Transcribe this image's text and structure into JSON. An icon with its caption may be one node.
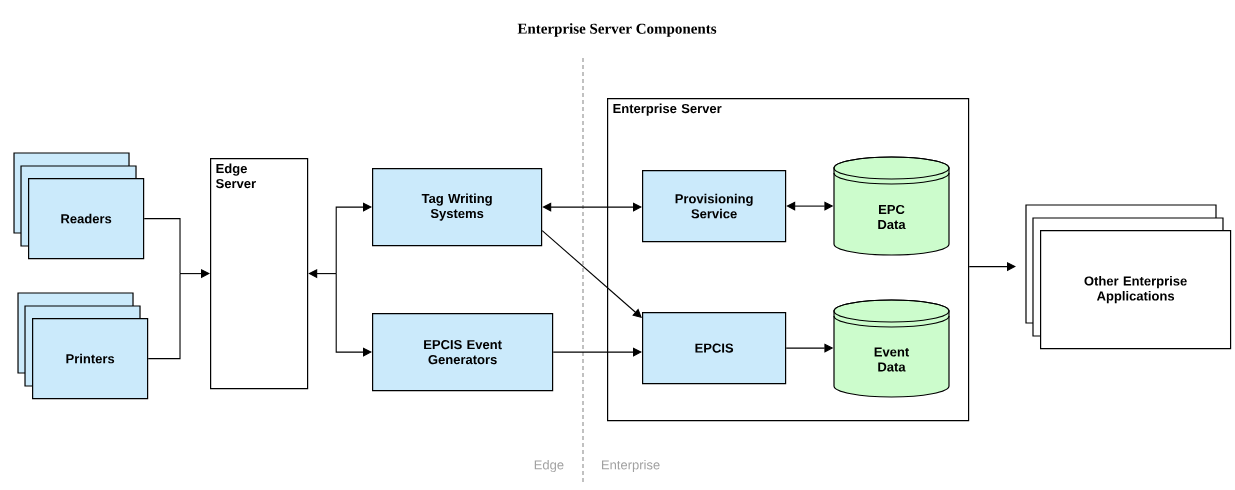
{
  "diagram": {
    "title": "Enterprise Server Components",
    "nodes": [
      {
        "text": [
          "Readers"
        ]
      },
      {
        "text": [
          "Printers"
        ]
      },
      {
        "text": [
          "Edge Server"
        ]
      },
      {
        "text": [
          "Tag Writing Systems"
        ]
      },
      {
        "text": [
          "EPCIS Event Generators"
        ]
      },
      {
        "text": [
          "Enterprise Server"
        ]
      },
      {
        "text": [
          "Provisioning Service"
        ],
        "in": 5
      },
      {
        "text": [
          "EPC Data"
        ],
        "in": 5
      },
      {
        "text": [
          "EPCIS"
        ],
        "in": 5
      },
      {
        "text": [
          "Event Data"
        ],
        "in": 5
      },
      {
        "text": [
          "Other Enterprise Applications"
        ]
      }
    ],
    "edges": [
      {
        "from": 0,
        "to": 2,
        "arrow": "to"
      },
      {
        "from": 1,
        "to": 2,
        "arrow": "to"
      },
      {
        "from": 2,
        "to": 3,
        "arrow": "both"
      },
      {
        "from": 2,
        "to": 4,
        "arrow": "both"
      },
      {
        "from": 3,
        "to": 6,
        "arrow": "both"
      },
      {
        "from": 3,
        "to": 8,
        "arrow": "to"
      },
      {
        "from": 4,
        "to": 8,
        "arrow": "to"
      },
      {
        "from": 6,
        "to": 7,
        "arrow": "both"
      },
      {
        "from": 8,
        "to": 9,
        "arrow": "to"
      },
      {
        "from": 5,
        "to": 10,
        "arrow": "to"
      }
    ],
    "labels": [
      "Edge",
      "Enterprise"
    ]
  }
}
